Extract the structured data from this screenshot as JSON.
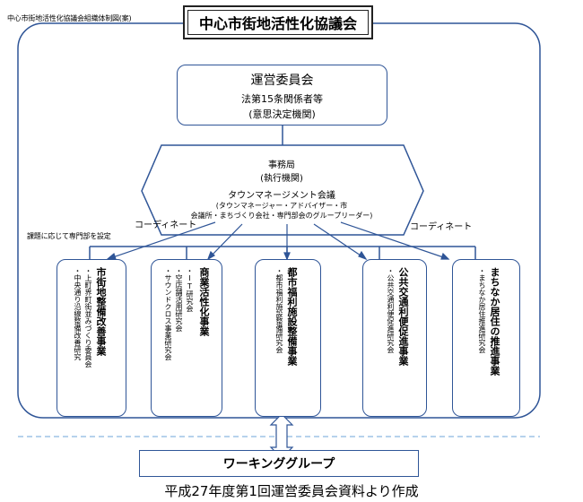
{
  "header": {
    "diagram_title": "中心市街地活性化協議会組織体制図(案)"
  },
  "council": {
    "label": "中心市街地活性化協議会"
  },
  "steering": {
    "name": "運営委員会",
    "line1": "法第15条関係者等",
    "line2": "(意思決定機関)"
  },
  "secretariat": {
    "name": "事務局",
    "role": "(執行機関)",
    "meeting": "タウンマネージメント会議",
    "members1": "(タウンマネージャー・アドバイザー・市",
    "members2": "会議所・まちづくり会社・専門部会のグループリーダー)"
  },
  "labels": {
    "coordinate_left": "コーディネート",
    "coordinate_right": "コーディネート",
    "specialist_note": "課題に応じて専門部を設定"
  },
  "departments": [
    {
      "title": "市街地整備改善事業",
      "items": [
        "・上町界町街並みづくり委員会",
        "・中央通り沿線整備改善研究"
      ]
    },
    {
      "title": "商業活性化事業",
      "items": [
        "・IT研究会",
        "・空店舗活用研究会",
        "・サウンドクロス事業研究会"
      ]
    },
    {
      "title": "都市福利施設整備事業",
      "items": [
        "・都市福利施設整備研究会"
      ]
    },
    {
      "title": "公共交通利便促進事業",
      "items": [
        "・公共交通利便促進研究会"
      ]
    },
    {
      "title": "まちなか居住の推進事業",
      "items": [
        "・まちなか居住推進研究会"
      ]
    }
  ],
  "working_group": {
    "label": "ワーキンググループ"
  },
  "caption": "平成27年度第1回運営委員会資料より作成",
  "colors": {
    "line": "#2f5597",
    "dashed": "#9dc3e6",
    "arrow_fill": "#ffffff"
  }
}
